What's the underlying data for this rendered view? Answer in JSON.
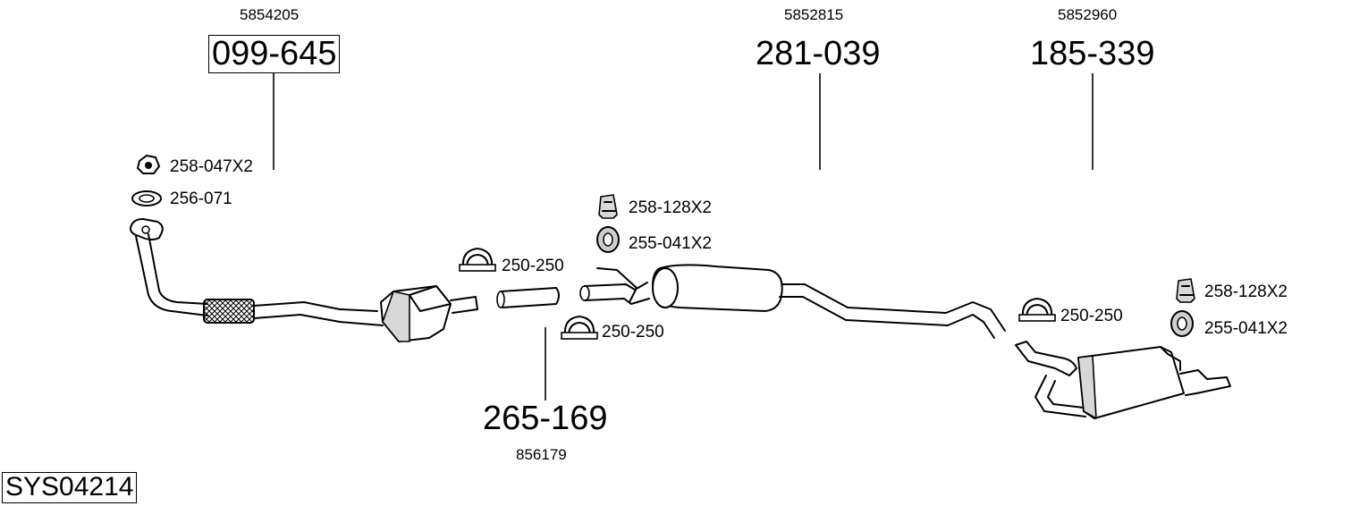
{
  "parts": {
    "downpipe": {
      "oem": "5854205",
      "number": "099-645"
    },
    "middle_silencer": {
      "oem": "5852815",
      "number": "281-039"
    },
    "rear_silencer": {
      "oem": "5852960",
      "number": "185-339"
    },
    "connector_pipe": {
      "number": "265-169",
      "oem": "856179"
    }
  },
  "accessories": {
    "front_nut": "258-047X2",
    "front_gasket": "256-071",
    "clamp_cat": "250-250",
    "mid_bracket": "258-128X2",
    "mid_rubber": "255-041X2",
    "clamp_connector": "250-250",
    "clamp_rear": "250-250",
    "rear_bracket": "258-128X2",
    "rear_rubber": "255-041X2"
  },
  "system_code": "SYS04214"
}
